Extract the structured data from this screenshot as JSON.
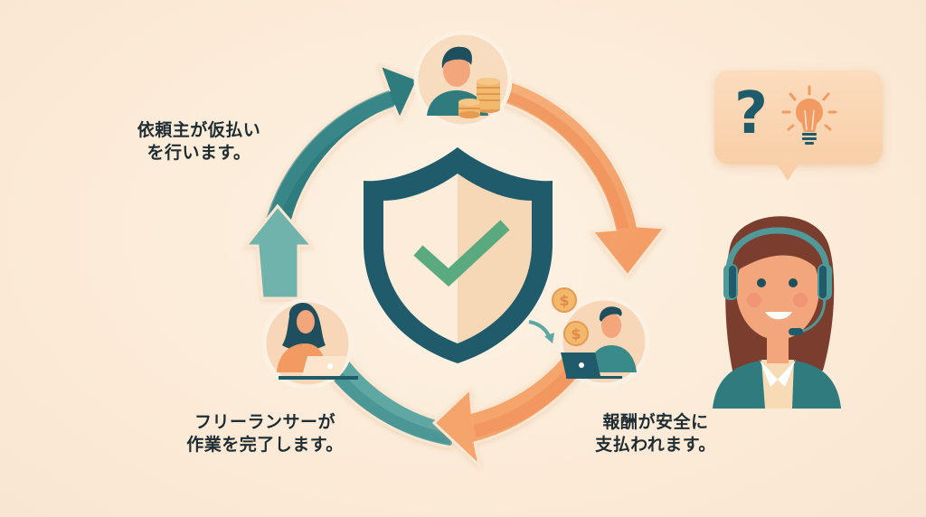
{
  "diagram": {
    "type": "cycle",
    "title": "",
    "center": {
      "icon": "shield-check-icon",
      "meaning": "secure escrow"
    },
    "steps": [
      {
        "id": "deposit",
        "actor": "client-with-coins",
        "label_lines": [
          "依頼主が仮払い",
          "を行います。"
        ]
      },
      {
        "id": "complete",
        "actor": "freelancer-woman-laptop",
        "label_lines": [
          "フリーランサーが",
          "作業を完了します。"
        ]
      },
      {
        "id": "paid",
        "actor": "freelancer-man-laptop-coins",
        "label_lines": [
          "報酬が安全に",
          "支払われます。"
        ]
      }
    ],
    "support": {
      "icon": "support-agent-headset",
      "bubble_icons": [
        "question-mark-icon",
        "lightbulb-icon"
      ],
      "question_glyph": "?"
    }
  },
  "captions": {
    "deposit": {
      "line1": "依頼主が仮払い",
      "line2": "を行います。"
    },
    "complete": {
      "line1": "フリーランサーが",
      "line2": "作業を完了します。"
    },
    "paid": {
      "line1": "報酬が安全に",
      "line2": "支払われます。"
    }
  },
  "colors": {
    "background": "#fcebd8",
    "teal_dark": "#1f5b6b",
    "teal": "#2f7b7e",
    "teal_light": "#6fb3ad",
    "orange": "#f29a62",
    "orange_light": "#f8b983",
    "check_green": "#5aa97f",
    "text": "#1f2d33"
  }
}
